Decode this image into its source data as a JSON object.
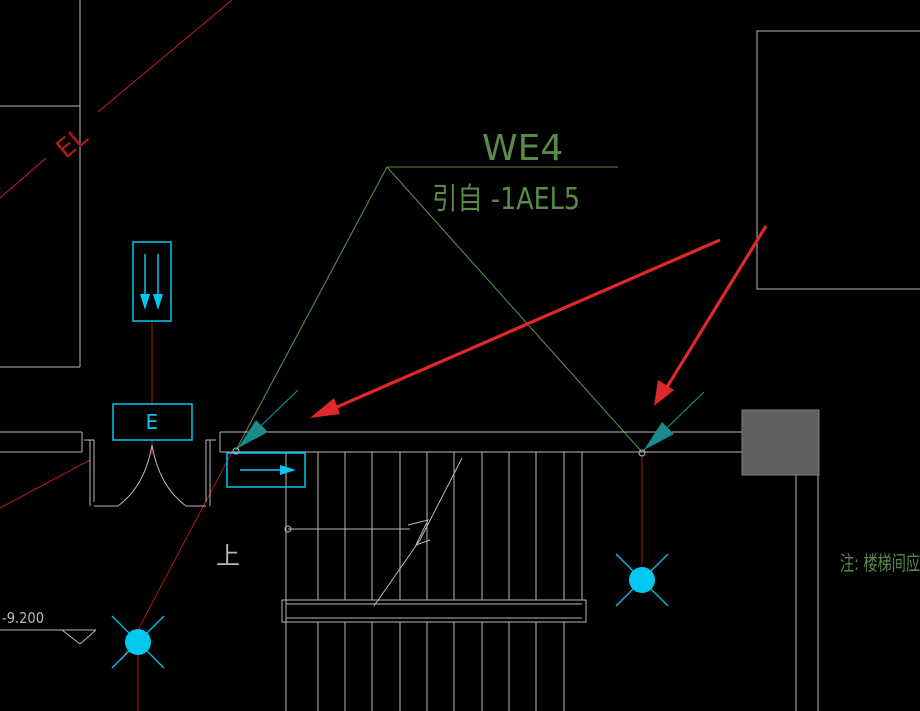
{
  "drawing": {
    "circuit_label": "WE4",
    "lead_note": "引自 -1AEL5",
    "line_tag": "EL",
    "exit_sign_letter": "E",
    "stair_mark": "上",
    "level_mark": "-9.200",
    "side_note": "注: 楼梯间应"
  },
  "colors": {
    "background": "#000000",
    "green": "#5a8a4a",
    "cyan": "#00c8f0",
    "red_line": "#b01818",
    "red_arrow": "#e02828",
    "gray": "#b8b8b8",
    "column_fill": "#606060",
    "dark_teal": "#1a8a8a"
  },
  "icons": {
    "light_fixture": "emergency-light-icon",
    "exit_sign": "exit-sign-icon",
    "direction_sign": "direction-arrow-sign-icon",
    "annotation_arrow": "red-arrow-icon"
  }
}
